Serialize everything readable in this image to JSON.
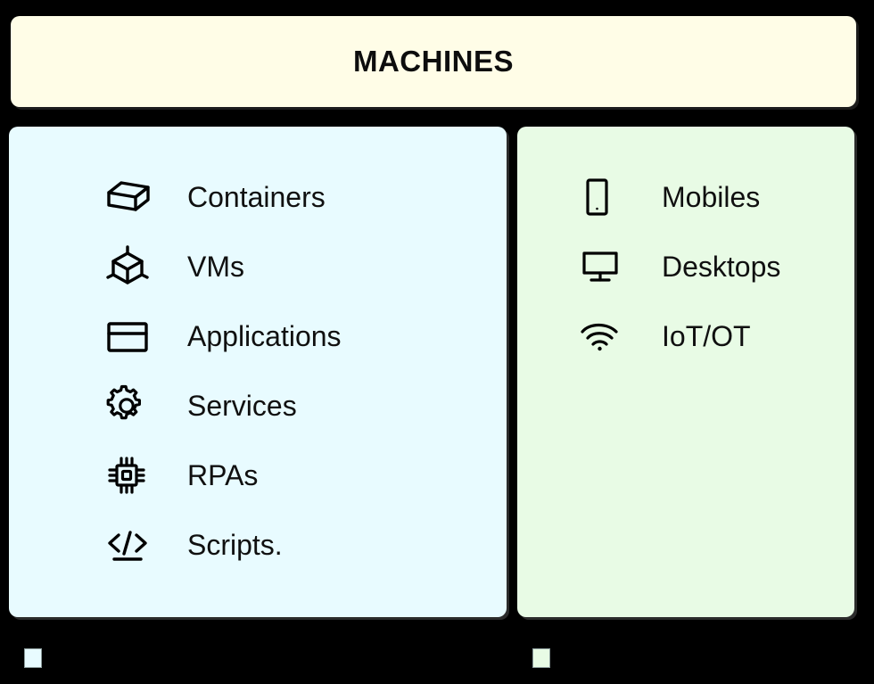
{
  "header": {
    "title": "MACHINES",
    "bg_color": "#FFFDE7"
  },
  "canvas": {
    "bg_color": "#000000"
  },
  "panels": {
    "left": {
      "name": "software-machines",
      "bg_color": "#E8FBFF",
      "items": [
        {
          "icon": "box-3d-icon",
          "label": "Containers"
        },
        {
          "icon": "cube-node-icon",
          "label": "VMs"
        },
        {
          "icon": "browser-window-icon",
          "label": "Applications"
        },
        {
          "icon": "gear-icon",
          "label": "Services"
        },
        {
          "icon": "cpu-chip-icon",
          "label": "RPAs"
        },
        {
          "icon": "code-brackets-icon",
          "label": "Scripts."
        }
      ]
    },
    "right": {
      "name": "hardware-machines",
      "bg_color": "#E8FBE5",
      "items": [
        {
          "icon": "smartphone-icon",
          "label": "Mobiles"
        },
        {
          "icon": "monitor-icon",
          "label": "Desktops"
        },
        {
          "icon": "wifi-icon",
          "label": "IoT/OT"
        }
      ]
    }
  },
  "legend": {
    "left_swatch_color": "#E8FBFF",
    "right_swatch_color": "#E8FBE5"
  }
}
